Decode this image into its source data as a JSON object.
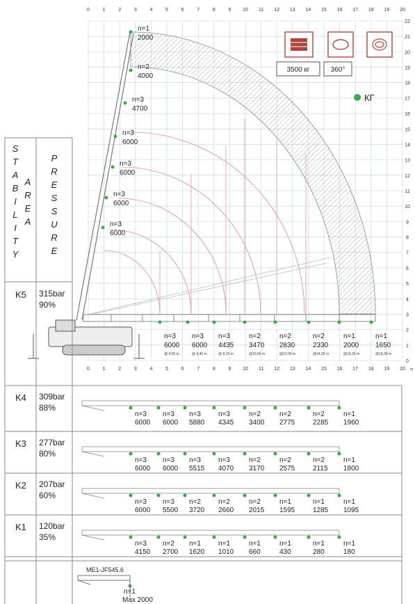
{
  "header_axis": [
    "0",
    "1",
    "2",
    "3",
    "4",
    "5",
    "6",
    "7",
    "8",
    "9",
    "10",
    "11",
    "12",
    "13",
    "14",
    "15",
    "16",
    "17",
    "18",
    "19",
    "20"
  ],
  "bottom_axis": [
    "0",
    "1",
    "2",
    "3",
    "4",
    "5",
    "6",
    "7",
    "8",
    "9",
    "10",
    "11",
    "12",
    "13",
    "14",
    "15",
    "16",
    "17",
    "18",
    "19",
    "20"
  ],
  "bottom_axis_unit": "m",
  "right_axis": [
    "22",
    "21",
    "20",
    "19",
    "18",
    "17",
    "16",
    "15",
    "14",
    "13",
    "12",
    "11",
    "10",
    "9",
    "8",
    "7",
    "6",
    "5",
    "4",
    "3",
    "2",
    "1",
    "0"
  ],
  "icons": {
    "capacity_badge": "3500 кг",
    "rotation_badge": "360°",
    "weight_legend": "КГ",
    "accent": "#b0443c",
    "dot_color": "#3daa4a"
  },
  "side_header": {
    "stability": [
      "S",
      "T",
      "A",
      "B",
      "I",
      "L",
      "I",
      "T",
      "Y"
    ],
    "area": [
      "A",
      "R",
      "E",
      "A"
    ],
    "pressure": [
      "P",
      "R",
      "E",
      "S",
      "S",
      "U",
      "R",
      "E"
    ]
  },
  "diagram_points": [
    {
      "n": "n=1",
      "load": "2000"
    },
    {
      "n": "n=2",
      "load": "4000"
    },
    {
      "n": "n=3",
      "load": "4700"
    },
    {
      "n": "n=3",
      "load": "6000"
    },
    {
      "n": "n=3",
      "load": "6000"
    },
    {
      "n": "n=3",
      "load": "6000"
    },
    {
      "n": "n=3",
      "load": "6000"
    }
  ],
  "k5": {
    "name": "K5",
    "pressure": "315bar",
    "percent": "90%",
    "loads": [
      {
        "n": "n=3",
        "load": "6000",
        "reach": "@ 4,65 m"
      },
      {
        "n": "n=3",
        "load": "6000",
        "reach": "@ 6,40 m"
      },
      {
        "n": "n=3",
        "load": "4435",
        "reach": "@ 8,15 m"
      },
      {
        "n": "n=2",
        "load": "3470",
        "reach": "@10,00 m"
      },
      {
        "n": "n=2",
        "load": "2830",
        "reach": "@12,00 m"
      },
      {
        "n": "n=2",
        "load": "2330",
        "reach": "@14,25 m"
      },
      {
        "n": "n=1",
        "load": "2000",
        "reach": "@16,25 m"
      },
      {
        "n": "n=1",
        "load": "1650",
        "reach": "@18,30 m"
      }
    ]
  },
  "rows": [
    {
      "name": "K4",
      "pressure": "309bar",
      "percent": "88%",
      "loads": [
        {
          "n": "n=3",
          "load": "6000"
        },
        {
          "n": "n=3",
          "load": "6000"
        },
        {
          "n": "n=3",
          "load": "5880"
        },
        {
          "n": "n=3",
          "load": "4345"
        },
        {
          "n": "n=2",
          "load": "3400"
        },
        {
          "n": "n=2",
          "load": "2775"
        },
        {
          "n": "n=2",
          "load": "2285"
        },
        {
          "n": "n=1",
          "load": "1960"
        }
      ]
    },
    {
      "name": "K3",
      "pressure": "277bar",
      "percent": "80%",
      "loads": [
        {
          "n": "n=3",
          "load": "6000"
        },
        {
          "n": "n=3",
          "load": "6000"
        },
        {
          "n": "n=3",
          "load": "5515"
        },
        {
          "n": "n=3",
          "load": "4070"
        },
        {
          "n": "n=2",
          "load": "3170"
        },
        {
          "n": "n=2",
          "load": "2575"
        },
        {
          "n": "n=2",
          "load": "2115"
        },
        {
          "n": "n=1",
          "load": "1800"
        }
      ]
    },
    {
      "name": "K2",
      "pressure": "207bar",
      "percent": "60%",
      "loads": [
        {
          "n": "n=3",
          "load": "6000"
        },
        {
          "n": "n=3",
          "load": "5500"
        },
        {
          "n": "n=2",
          "load": "3720"
        },
        {
          "n": "n=2",
          "load": "2660"
        },
        {
          "n": "n=2",
          "load": "2015"
        },
        {
          "n": "n=1",
          "load": "1595"
        },
        {
          "n": "n=1",
          "load": "1285"
        },
        {
          "n": "n=1",
          "load": "1095"
        }
      ]
    },
    {
      "name": "K1",
      "pressure": "120bar",
      "percent": "35%",
      "loads": [
        {
          "n": "n=3",
          "load": "4150"
        },
        {
          "n": "n=2",
          "load": "2700"
        },
        {
          "n": "n=1",
          "load": "1620"
        },
        {
          "n": "n=1",
          "load": "1010"
        },
        {
          "n": "n=1",
          "load": "660"
        },
        {
          "n": "n=1",
          "load": "430"
        },
        {
          "n": "n=1",
          "load": "280"
        },
        {
          "n": "n=1",
          "load": "180"
        }
      ]
    }
  ],
  "jib": {
    "model": "ME1-JF545.6",
    "n": "n=1",
    "max": "Max 2000"
  }
}
